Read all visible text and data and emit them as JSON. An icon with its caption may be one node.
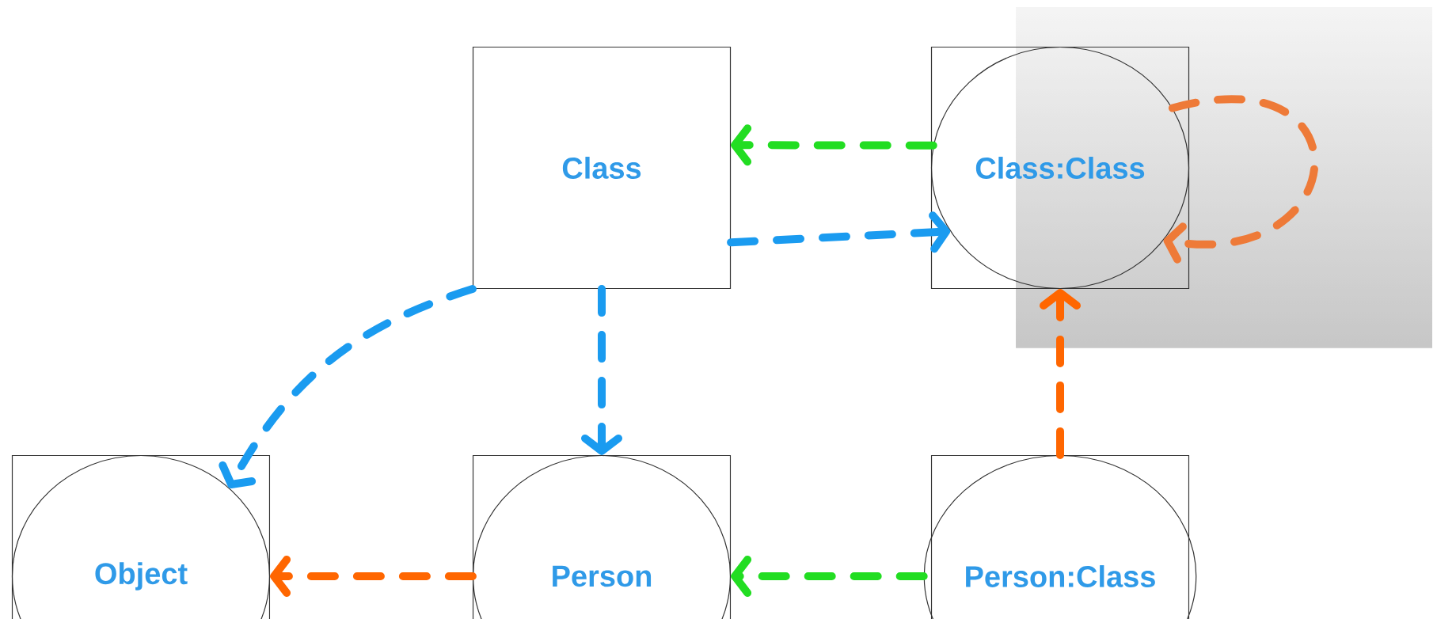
{
  "diagram": {
    "nodes": [
      {
        "text": [
          "Class"
        ]
      },
      {
        "text": [],
        "shape": "box"
      },
      {
        "text": [
          "Class:Class"
        ],
        "in": 1
      },
      {
        "text": [],
        "shape": "box"
      },
      {
        "text": [
          "Object"
        ],
        "in": 3
      },
      {
        "text": [],
        "shape": "box"
      },
      {
        "text": [
          "Person"
        ],
        "in": 5
      },
      {
        "text": [],
        "shape": "box"
      },
      {
        "text": [
          "Person:Class"
        ],
        "in": 7
      }
    ],
    "edges": [
      {
        "from": 2,
        "to": 0,
        "arrow": "to",
        "style": "dashed",
        "color": "#22dd22"
      },
      {
        "from": 0,
        "to": 2,
        "arrow": "to",
        "style": "dashed",
        "color": "#1a9bf0"
      },
      {
        "from": 2,
        "to": 2,
        "arrow": "to",
        "style": "dashed",
        "color": "#ee7a38"
      },
      {
        "from": 0,
        "to": 4,
        "arrow": "to",
        "style": "dashed",
        "color": "#1a9bf0"
      },
      {
        "from": 0,
        "to": 5,
        "arrow": "to",
        "style": "dashed",
        "color": "#1a9bf0"
      },
      {
        "from": 6,
        "to": 4,
        "arrow": "to",
        "style": "dashed",
        "color": "#ff6600"
      },
      {
        "from": 8,
        "to": 6,
        "arrow": "to",
        "style": "dashed",
        "color": "#22dd22"
      },
      {
        "from": 7,
        "to": 1,
        "arrow": "to",
        "style": "dashed",
        "color": "#ff6600"
      }
    ]
  }
}
